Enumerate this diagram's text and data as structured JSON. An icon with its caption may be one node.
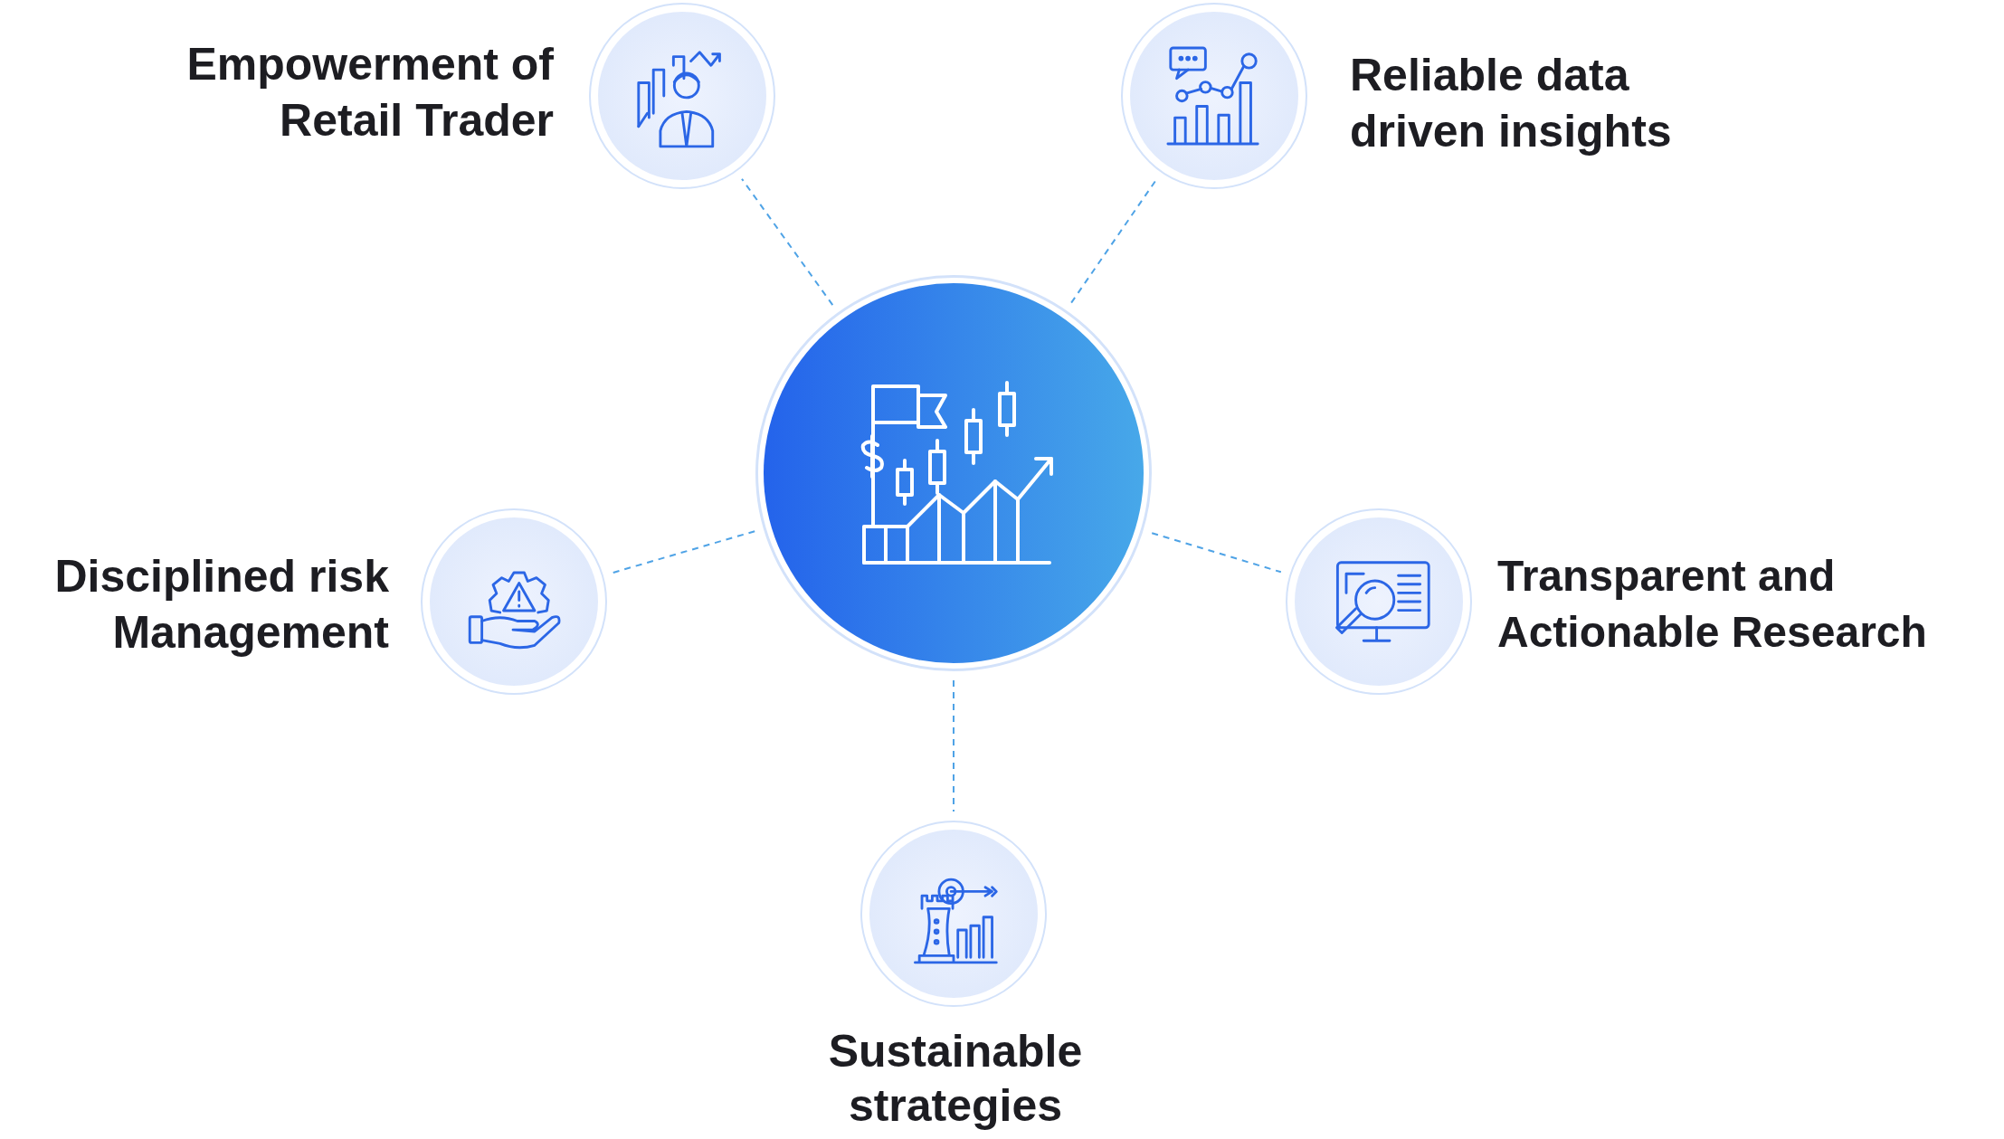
{
  "diagram": {
    "nodes": [
      {
        "text": [],
        "shape": "circle"
      },
      {
        "text": [
          "Empowerment of Retail Trader"
        ]
      },
      {
        "text": [
          "Reliable data driven insights"
        ]
      },
      {
        "text": [
          "Disciplined risk Management"
        ]
      },
      {
        "text": [
          "Transparent and Actionable Research"
        ]
      },
      {
        "text": [
          "Sustainable strategies"
        ]
      }
    ],
    "edges": [
      {
        "from": 0,
        "to": 1,
        "arrow": "none",
        "style": "dashed"
      },
      {
        "from": 0,
        "to": 2,
        "arrow": "none",
        "style": "dashed"
      },
      {
        "from": 0,
        "to": 3,
        "arrow": "none",
        "style": "dashed"
      },
      {
        "from": 0,
        "to": 4,
        "arrow": "none",
        "style": "dashed"
      },
      {
        "from": 0,
        "to": 5,
        "arrow": "none",
        "style": "dashed"
      }
    ]
  }
}
